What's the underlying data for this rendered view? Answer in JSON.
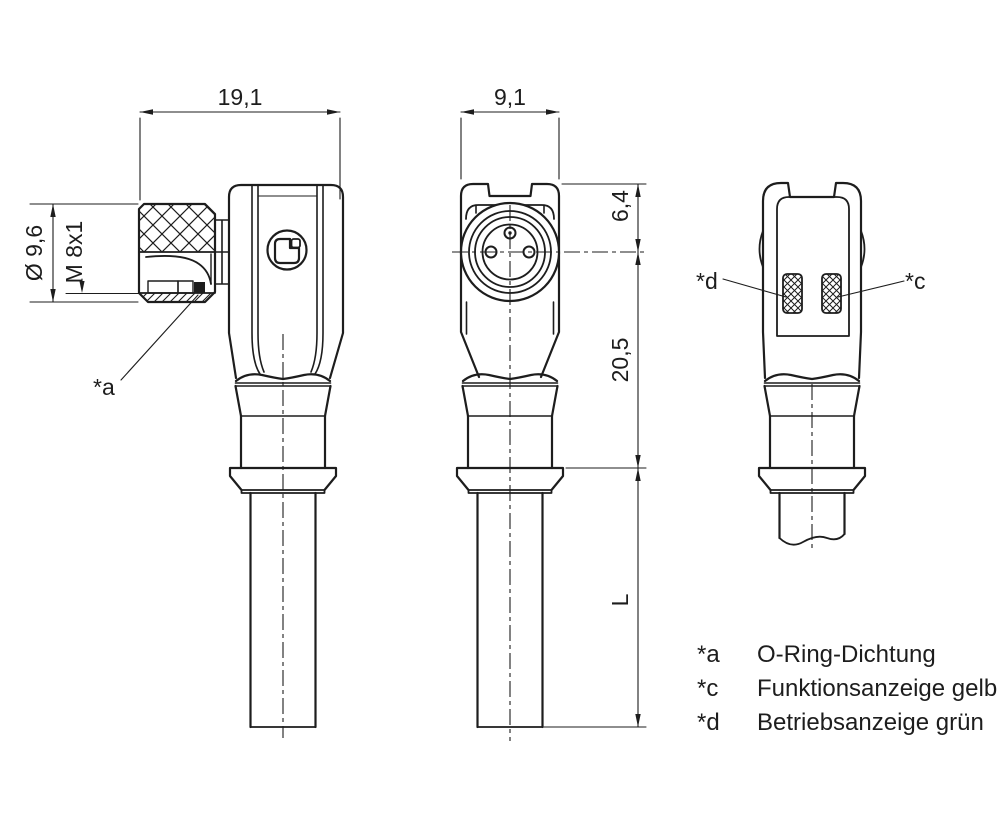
{
  "drawing": {
    "background": "#ffffff",
    "line_color": "#1d1d1d",
    "dimensions": {
      "overall_length": "19,1",
      "body_width": "9,1",
      "face_offset": "6,4",
      "body_height": "20,5",
      "cable_length": "L",
      "nut_diameter": "Ø 9,6",
      "thread": "M 8x1"
    },
    "markers": {
      "a": "*a",
      "c": "*c",
      "d": "*d"
    },
    "legend": {
      "rows": [
        {
          "key": "*a",
          "label": "O-Ring-Dichtung"
        },
        {
          "key": "*c",
          "label": "Funktionsanzeige gelb"
        },
        {
          "key": "*d",
          "label": "Betriebsanzeige grün"
        }
      ]
    }
  }
}
